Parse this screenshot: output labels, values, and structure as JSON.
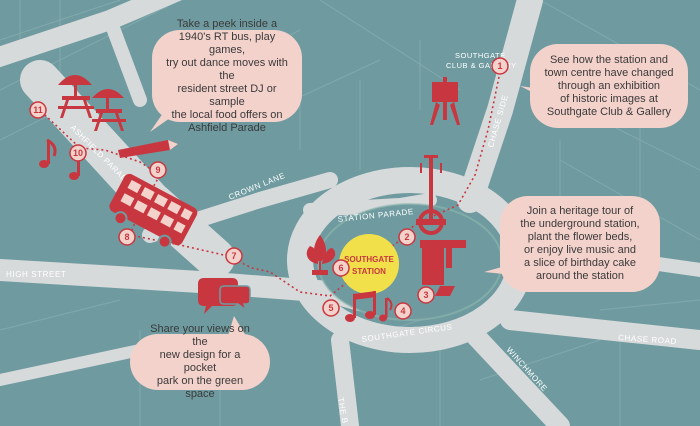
{
  "colors": {
    "water_block": "#6f9ba0",
    "road": "#d7dadb",
    "accent": "#c8373f",
    "bubble": "#f4d2cc",
    "station_circle": "#f2e04b"
  },
  "streets": {
    "ashfield_parade": "ASHFIELD PARADE",
    "crown_lane": "CROWN LANE",
    "station_parade": "STATION PARADE",
    "high_street": "HIGH STREET",
    "chase_side": "CHASE SIDE",
    "southgate_circus": "SOUTHGATE CIRCUS",
    "chase_road": "CHASE ROAD",
    "winchmore": "WINCHMORE",
    "the_bourne": "THE B"
  },
  "places": {
    "club_gallery_line1": "SOUTHGATE",
    "club_gallery_line2": "CLUB & GALLERY",
    "station_line1": "SOUTHGATE",
    "station_line2": "STATION"
  },
  "bubbles": {
    "ashfield": [
      "Take a peek inside a",
      "1940's RT bus, play games,",
      "try out dance moves with the",
      "resident street DJ or sample",
      "the local food offers on",
      "Ashfield Parade"
    ],
    "gallery": [
      "See how the station and",
      "town centre have changed",
      "through an exhibition",
      "of historic images at",
      "Southgate Club & Gallery"
    ],
    "heritage": [
      "Join a heritage tour of",
      "the underground station,",
      "plant the flower beds,",
      "or enjoy live music and",
      "a slice of birthday cake",
      "around the station"
    ],
    "pocket_park": [
      "Share your views on the",
      "new design for a pocket",
      "park on the green space"
    ]
  },
  "markers": [
    "1",
    "2",
    "3",
    "4",
    "5",
    "6",
    "7",
    "8",
    "9",
    "10",
    "11"
  ],
  "icons": [
    "easel-icon",
    "roundel-icon",
    "plant-icon",
    "music-notes-icon",
    "speech-bubbles-icon",
    "bus-icon",
    "pencil-icon",
    "picnic-table-icon"
  ]
}
